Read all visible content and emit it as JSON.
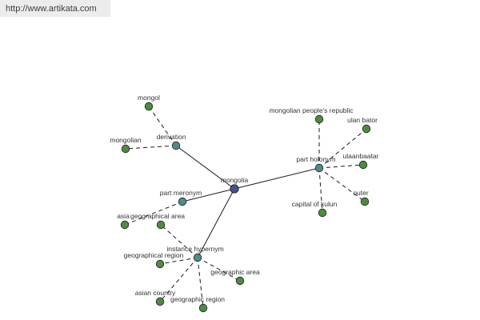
{
  "header": {
    "url": "http://www.artikata.com"
  },
  "colors": {
    "center_node": "#4a4f8e",
    "relation_node": "#4f8a8b",
    "leaf_node": "#4f8a43"
  },
  "graph": {
    "center": {
      "id": "mongolia",
      "label": "mongolia",
      "kind": "center"
    },
    "relations": [
      {
        "id": "derivation",
        "label": "derivation",
        "kind": "relation"
      },
      {
        "id": "part-holonym",
        "label": "part holonym",
        "kind": "relation"
      },
      {
        "id": "part-meronym",
        "label": "part meronym",
        "kind": "relation"
      },
      {
        "id": "instance-hypernym",
        "label": "instance hypernym",
        "kind": "relation"
      }
    ],
    "leaves": [
      {
        "id": "mongol",
        "label": "mongol",
        "parent": "derivation"
      },
      {
        "id": "mongolian",
        "label": "mongolian",
        "parent": "derivation"
      },
      {
        "id": "mongolian-peoples-republic",
        "label": "mongolian people's republic",
        "parent": "part-holonym"
      },
      {
        "id": "ulan-bator",
        "label": "ulan bator",
        "parent": "part-holonym"
      },
      {
        "id": "ulaanbaatar",
        "label": "ulaanbaatar",
        "parent": "part-holonym"
      },
      {
        "id": "outer",
        "label": "outer",
        "parent": "part-holonym"
      },
      {
        "id": "capital-of-kulun",
        "label": "capital of kulun",
        "parent": "part-holonym"
      },
      {
        "id": "asia",
        "label": "asia",
        "parent": "part-meronym"
      },
      {
        "id": "geographical-area-1",
        "label": "geographical area",
        "parent": "instance-hypernym"
      },
      {
        "id": "geographical-region",
        "label": "geographical region",
        "parent": "instance-hypernym"
      },
      {
        "id": "geographic-area",
        "label": "geographic area",
        "parent": "instance-hypernym"
      },
      {
        "id": "asian-country",
        "label": "asian country",
        "parent": "instance-hypernym"
      },
      {
        "id": "geographic-region",
        "label": "geographic region",
        "parent": "instance-hypernym"
      }
    ]
  }
}
